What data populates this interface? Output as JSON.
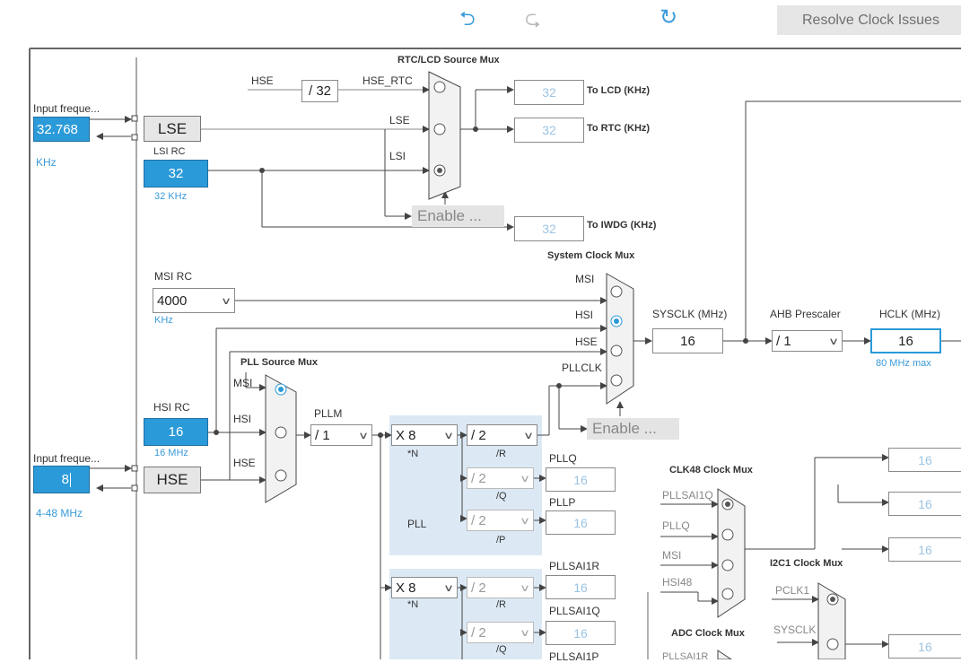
{
  "toolbar": {
    "resolve_label": "Resolve Clock Issues"
  },
  "input_freq": {
    "label1": "Input freque...",
    "value1": "32.768",
    "unit1": "KHz",
    "label2": "Input freque...",
    "value2": "8",
    "unit2": "4-48 MHz"
  },
  "sources": {
    "lse": "LSE",
    "lsi_label": "LSI RC",
    "lsi_value": "32",
    "lsi_unit": "32 KHz",
    "msi_label": "MSI RC",
    "msi_value": "4000",
    "msi_unit": "KHz",
    "hsi_label": "HSI RC",
    "hsi_value": "16",
    "hsi_unit": "16 MHz",
    "hse": "HSE"
  },
  "rtc": {
    "title": "RTC/LCD Source Mux",
    "hse_label": "HSE",
    "div": "/ 32",
    "hse_rtc": "HSE_RTC",
    "lse_in": "LSE",
    "lsi_in": "LSI",
    "enable": "Enable ...",
    "lcd_value": "32",
    "lcd_label": "To LCD (KHz)",
    "rtc_value": "32",
    "rtc_label": "To RTC (KHz)",
    "iwdg_value": "32",
    "iwdg_label": "To IWDG (KHz)"
  },
  "sysmux": {
    "title": "System Clock Mux",
    "msi": "MSI",
    "hsi": "HSI",
    "hse": "HSE",
    "pllclk": "PLLCLK",
    "enable": "Enable ...",
    "sysclk_label": "SYSCLK (MHz)",
    "sysclk_value": "16",
    "ahb_label": "AHB Prescaler",
    "ahb_value": "/ 1",
    "hclk_label": "HCLK (MHz)",
    "hclk_value": "16",
    "hclk_max": "80 MHz max"
  },
  "pll": {
    "src_title": "PLL Source Mux",
    "msi": "MSI",
    "hsi": "HSI",
    "hse": "HSE",
    "pllm_label": "PLLM",
    "pllm_value": "/ 1",
    "n_value": "X 8",
    "n_label": "*N",
    "r_value": "/ 2",
    "r_label": "/R",
    "q_value": "/ 2",
    "q_label": "/Q",
    "p_value": "/ 2",
    "p_label": "/P",
    "pll_label": "PLL",
    "pllq_label": "PLLQ",
    "pllq_value": "16",
    "pllp_label": "PLLP",
    "pllp_value": "16"
  },
  "pllsai1": {
    "n_value": "X 8",
    "n_label": "*N",
    "r_value": "/ 2",
    "r_label": "/R",
    "q_value": "/ 2",
    "q_label": "/Q",
    "r_out_label": "PLLSAI1R",
    "r_out_value": "16",
    "q_out_label": "PLLSAI1Q",
    "q_out_value": "16",
    "p_out_label": "PLLSAI1P"
  },
  "clk48": {
    "title": "CLK48 Clock Mux",
    "in1": "PLLSAI1Q",
    "in2": "PLLQ",
    "in3": "MSI",
    "in4": "HSI48",
    "out1": "16",
    "out2": "16",
    "out3": "16"
  },
  "i2c1": {
    "title": "I2C1 Clock Mux",
    "in1": "PCLK1",
    "in2": "SYSCLK",
    "out": "16"
  },
  "adc": {
    "title": "ADC Clock Mux",
    "in1": "PLLSAI1R"
  },
  "colors": {
    "accent": "#2b9ad8",
    "line": "#444444",
    "pll_bg": "#dce9f5"
  }
}
